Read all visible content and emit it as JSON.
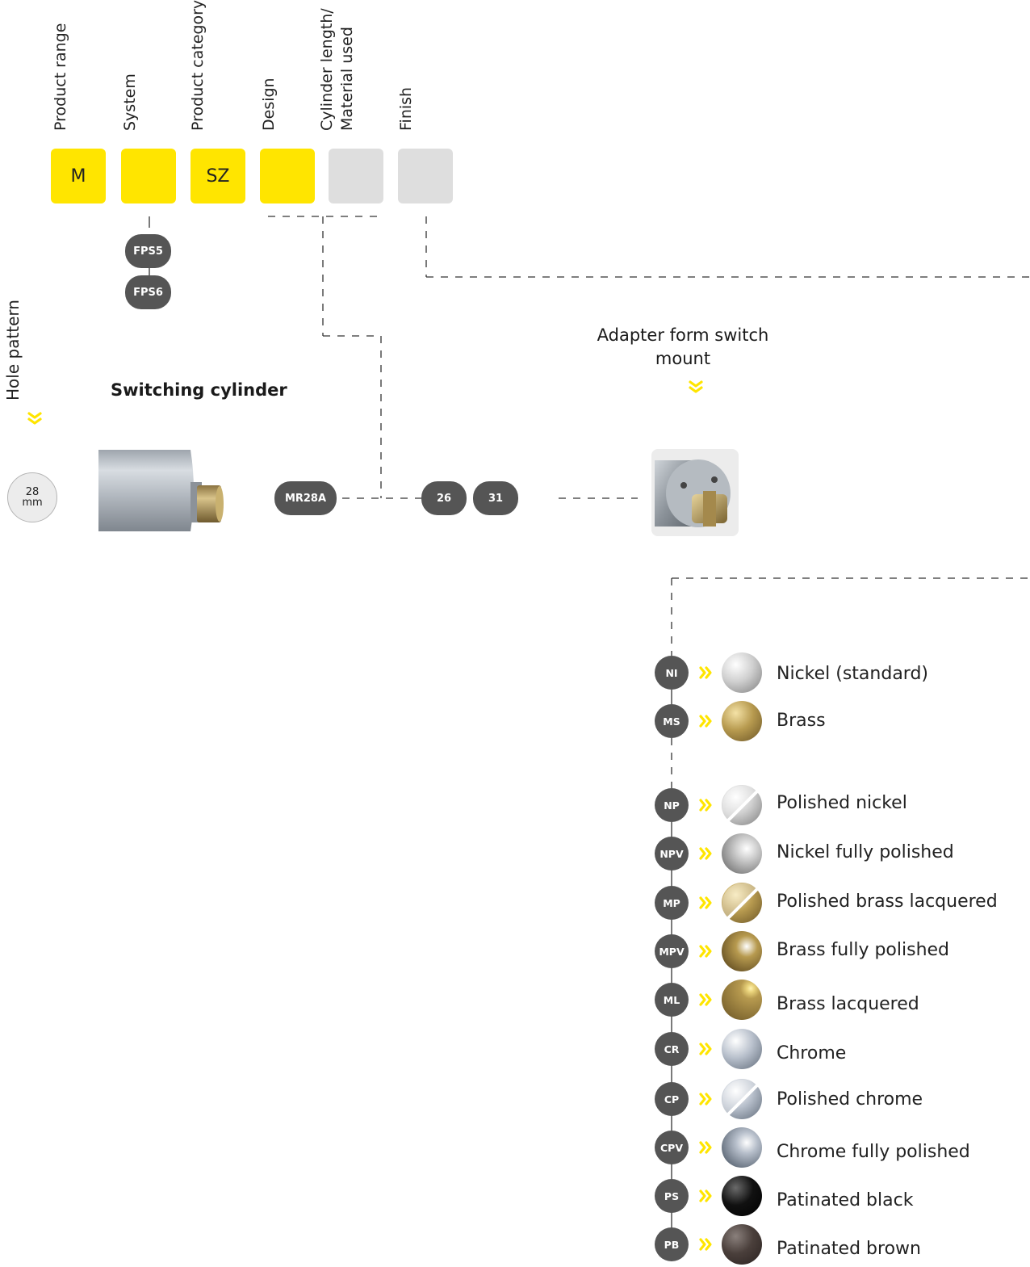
{
  "headers": [
    {
      "label_line1": "Product range",
      "label_line2": ""
    },
    {
      "label_line1": "System",
      "label_line2": ""
    },
    {
      "label_line1": "Product category",
      "label_line2": ""
    },
    {
      "label_line1": "Design",
      "label_line2": ""
    },
    {
      "label_line1": "Cylinder length/",
      "label_line2": "Material used"
    },
    {
      "label_line1": "Finish",
      "label_line2": ""
    }
  ],
  "code_boxes": [
    {
      "value": "M",
      "state": "selected"
    },
    {
      "value": "",
      "state": "selected"
    },
    {
      "value": "SZ",
      "state": "selected"
    },
    {
      "value": "",
      "state": "selected"
    },
    {
      "value": "",
      "state": "open"
    },
    {
      "value": "",
      "state": "open"
    }
  ],
  "system_options": [
    "FPS5",
    "FPS6"
  ],
  "hole_pattern": {
    "title": "Hole pattern",
    "value": "28",
    "unit": "mm"
  },
  "product": {
    "title": "Switching cylinder",
    "design_code": "MR28A",
    "lengths": [
      "26",
      "31"
    ]
  },
  "adapter": {
    "title_line1": "Adapter form switch",
    "title_line2": "mount"
  },
  "finishes": [
    {
      "code": "NI",
      "name": "Nickel (standard)",
      "material": "nickel",
      "polish": "matte"
    },
    {
      "code": "MS",
      "name": "Brass",
      "material": "brass",
      "polish": "matte"
    },
    {
      "code": "NP",
      "name": "Polished nickel",
      "material": "nickel",
      "polish": "partial"
    },
    {
      "code": "NPV",
      "name": "Nickel fully polished",
      "material": "nickel",
      "polish": "full"
    },
    {
      "code": "MP",
      "name": "Polished brass lacquered",
      "material": "brass",
      "polish": "partial"
    },
    {
      "code": "MPV",
      "name": "Brass fully polished",
      "material": "brass",
      "polish": "full"
    },
    {
      "code": "ML",
      "name": "Brass lacquered",
      "material": "brass",
      "polish": "lacquered"
    },
    {
      "code": "CR",
      "name": "Chrome",
      "material": "chrome",
      "polish": "matte"
    },
    {
      "code": "CP",
      "name": "Polished chrome",
      "material": "chrome",
      "polish": "partial"
    },
    {
      "code": "CPV",
      "name": "Chrome fully polished",
      "material": "chrome",
      "polish": "full"
    },
    {
      "code": "PS",
      "name": "Patinated black",
      "material": "black",
      "polish": "matte"
    },
    {
      "code": "PB",
      "name": "Patinated brown",
      "material": "brown",
      "polish": "matte"
    }
  ],
  "colors": {
    "accent_yellow": "#FFE500",
    "open_grey": "#dedede",
    "pill_grey": "#555555"
  }
}
